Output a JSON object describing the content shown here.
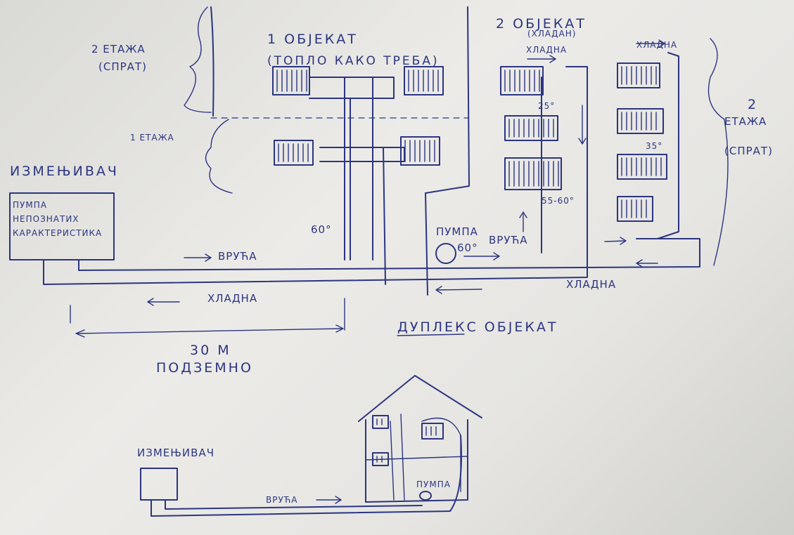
{
  "ink_color": "#2b3580",
  "object1": {
    "title": "1 ОБЈЕКАТ",
    "subtitle": "(ТОПЛО КАКО ТРЕБА)",
    "floor2": "2 ЕТАЖА",
    "floor2_sub": "(СПРАТ)",
    "floor1": "1 ЕТАЖА",
    "temp": "60°"
  },
  "exchanger": {
    "label": "ИЗМЕЊИВАЧ",
    "pump_line1": "ПУМПА",
    "pump_line2": "НЕПОЗНАТИХ",
    "pump_line3": "КАРАКТЕРИСТИКА"
  },
  "pipes": {
    "hot": "ВРУЋА",
    "cold": "ХЛАДНА",
    "distance": "30 М",
    "underground": "ПОДЗЕМНО"
  },
  "object2": {
    "title": "2 ОБЈЕКАТ",
    "subtitle": "(ХЛАДАН)",
    "cold_top_left": "ХЛАДНА",
    "cold_top_right": "ХЛАДНА",
    "t1": "25°",
    "t2": "35°",
    "t3": "55-60°",
    "floor2": "2",
    "floor2_b": "ЕТАЖА",
    "floor2_sub": "(СПРАТ)",
    "pump": "ПУМПА",
    "pump_temp": "60°",
    "hot": "ВРУЋА",
    "cold": "ХЛАДНА",
    "duplex": "ДУПЛЕКС ОБЈЕКАТ"
  },
  "sketch": {
    "exchanger": "ИЗМЕЊИВАЧ",
    "hot": "ВРУЋА",
    "pump": "ПУМПА"
  }
}
